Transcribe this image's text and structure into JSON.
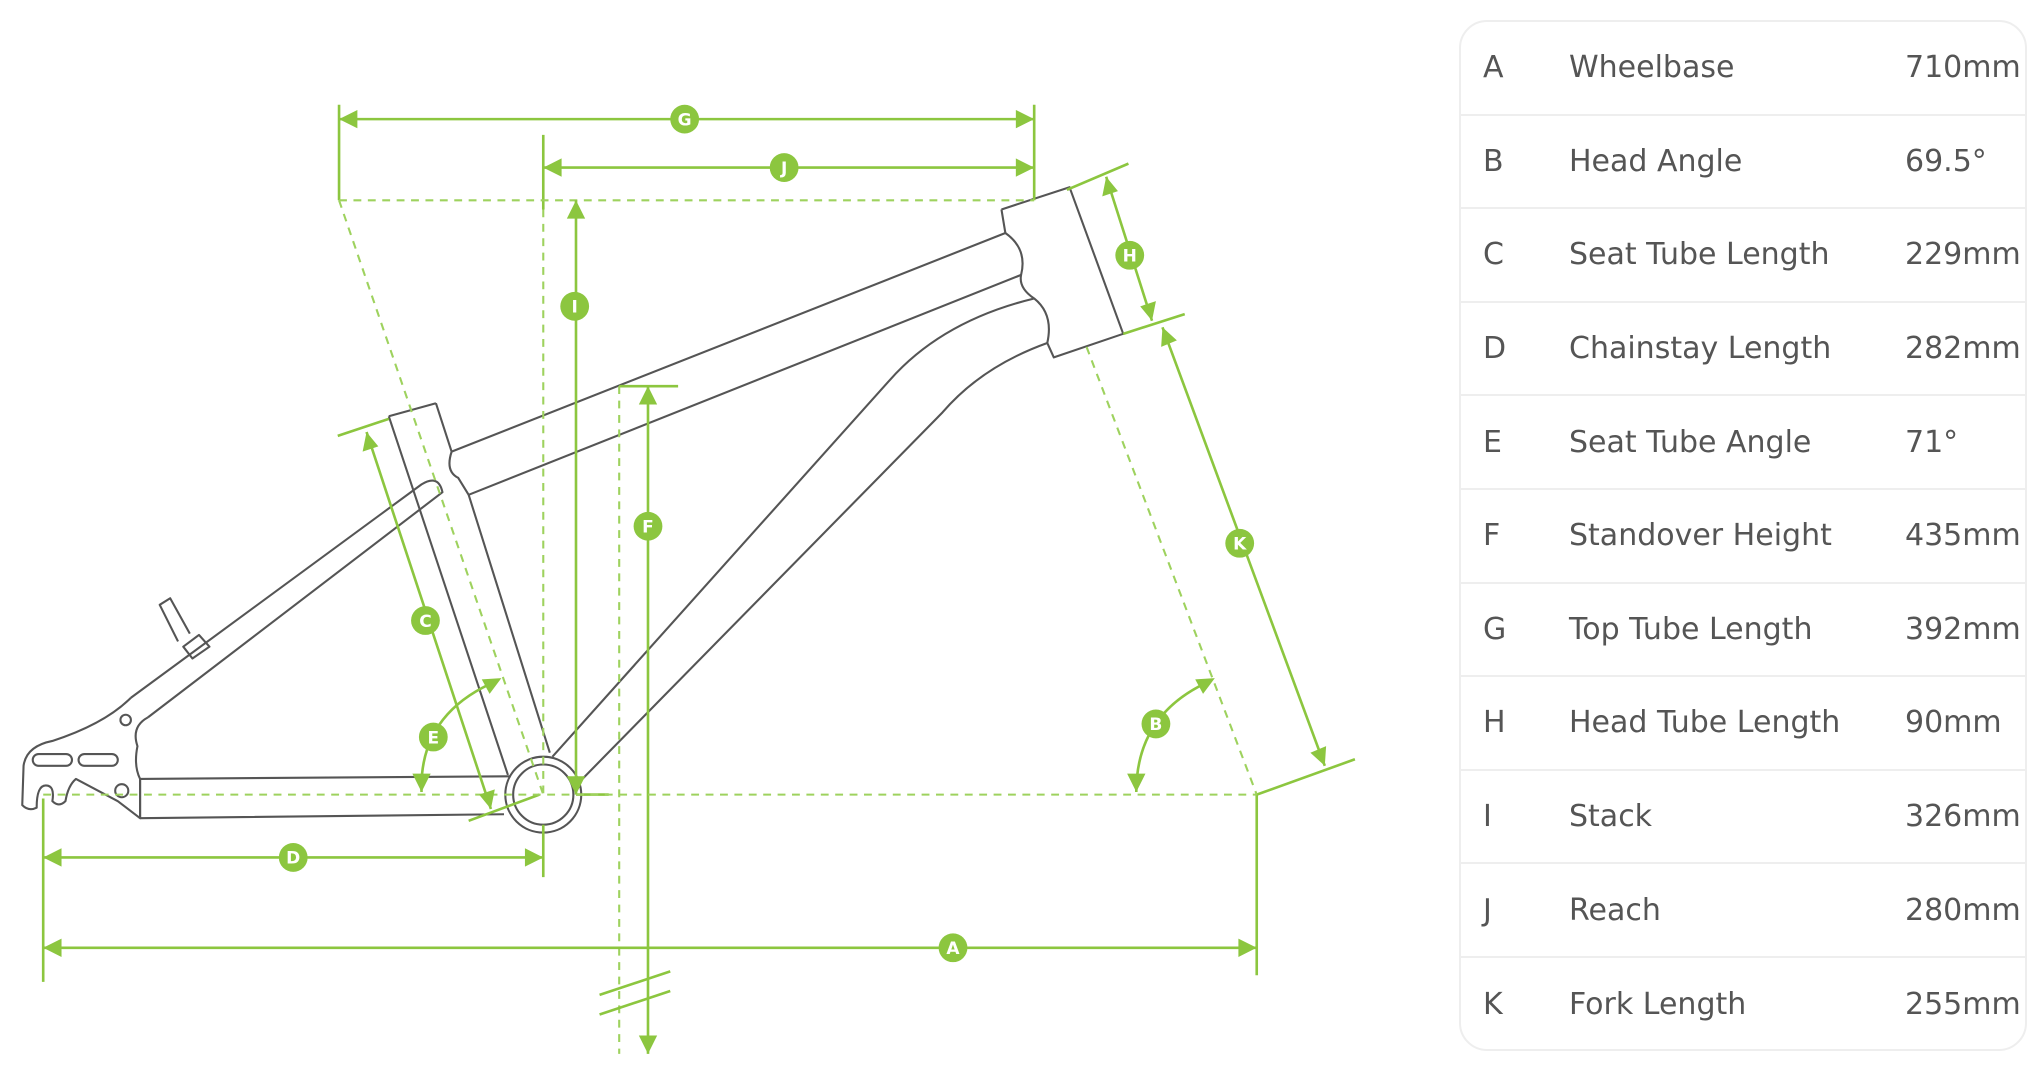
{
  "diagram": {
    "labels": [
      "A",
      "B",
      "C",
      "D",
      "E",
      "F",
      "G",
      "H",
      "I",
      "J",
      "K"
    ],
    "colors": {
      "dimension": "#8cc63f",
      "frame": "#555555",
      "text": "#555555"
    }
  },
  "specs": [
    {
      "key": "A",
      "name": "Wheelbase",
      "value": "710mm"
    },
    {
      "key": "B",
      "name": "Head Angle",
      "value": "69.5°"
    },
    {
      "key": "C",
      "name": "Seat Tube Length",
      "value": "229mm"
    },
    {
      "key": "D",
      "name": "Chainstay Length",
      "value": "282mm"
    },
    {
      "key": "E",
      "name": "Seat Tube Angle",
      "value": "71°"
    },
    {
      "key": "F",
      "name": "Standover Height",
      "value": "435mm"
    },
    {
      "key": "G",
      "name": "Top Tube Length",
      "value": "392mm"
    },
    {
      "key": "H",
      "name": "Head Tube Length",
      "value": "90mm"
    },
    {
      "key": "I",
      "name": "Stack",
      "value": "326mm"
    },
    {
      "key": "J",
      "name": "Reach",
      "value": "280mm"
    },
    {
      "key": "K",
      "name": "Fork Length",
      "value": "255mm"
    }
  ]
}
